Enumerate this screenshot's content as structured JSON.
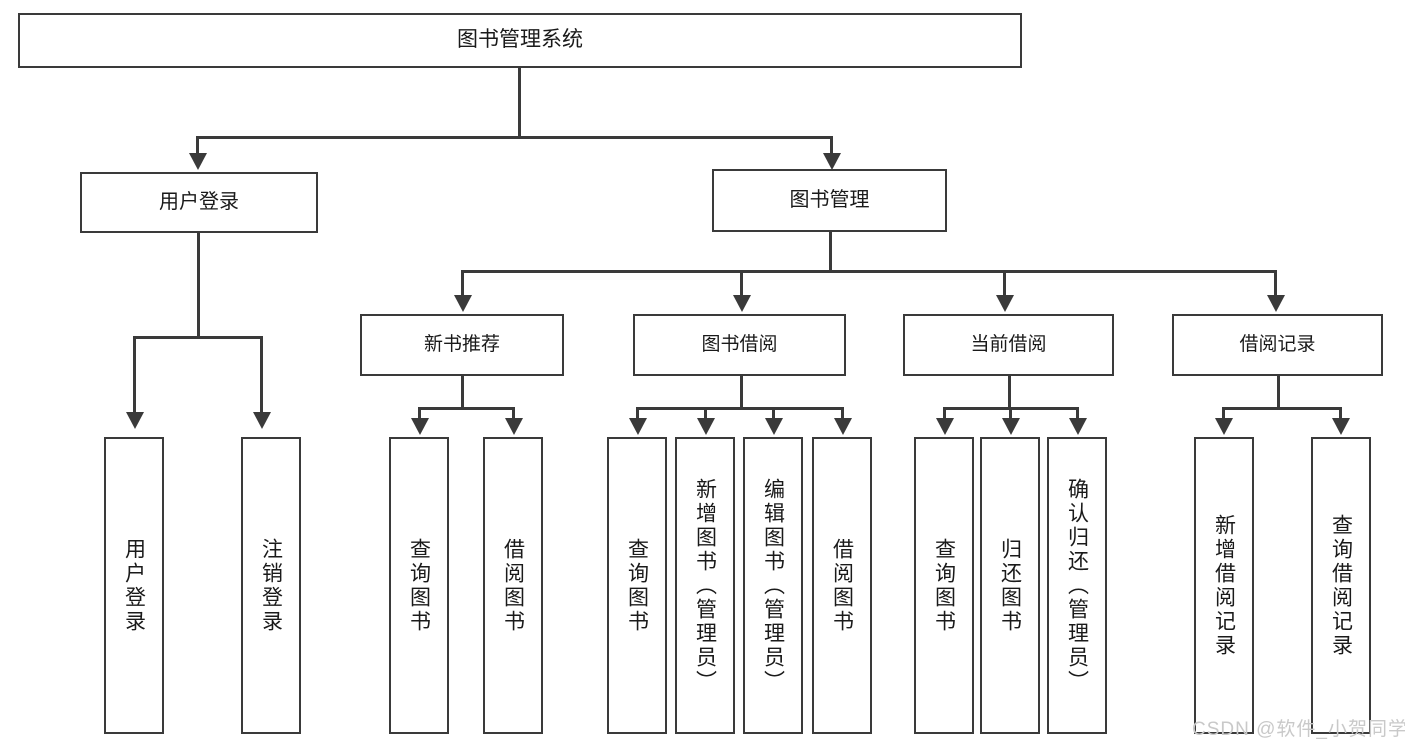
{
  "diagram": {
    "type": "tree-hierarchy-flowchart",
    "title_text": "图书管理系统",
    "colors": {
      "background": "#ffffff",
      "box_border": "#3a3a3a",
      "box_fill": "#ffffff",
      "text": "#1a1a1a",
      "connector": "#3a3a3a",
      "watermark": "#c9c9c9"
    },
    "root": {
      "label": "图书管理系统"
    },
    "tier1": [
      {
        "label": "用户登录"
      },
      {
        "label": "图书管理"
      }
    ],
    "tier2": [
      {
        "label": "新书推荐"
      },
      {
        "label": "图书借阅"
      },
      {
        "label": "当前借阅"
      },
      {
        "label": "借阅记录"
      }
    ],
    "leaves": {
      "user_login": [
        {
          "label": "用户登录"
        },
        {
          "label": "注销登录"
        }
      ],
      "new_book_recommend": [
        {
          "label": "查询图书"
        },
        {
          "label": "借阅图书"
        }
      ],
      "book_borrow": [
        {
          "label": "查询图书"
        },
        {
          "label": "新增图书（管理员）"
        },
        {
          "label": "编辑图书（管理员）"
        },
        {
          "label": "借阅图书"
        }
      ],
      "current_borrow": [
        {
          "label": "查询图书"
        },
        {
          "label": "归还图书"
        },
        {
          "label": "确认归还（管理员）"
        }
      ],
      "borrow_record": [
        {
          "label": "新增借阅记录"
        },
        {
          "label": "查询借阅记录"
        }
      ]
    }
  },
  "watermark": {
    "text": "CSDN @软件_小贺同学"
  }
}
